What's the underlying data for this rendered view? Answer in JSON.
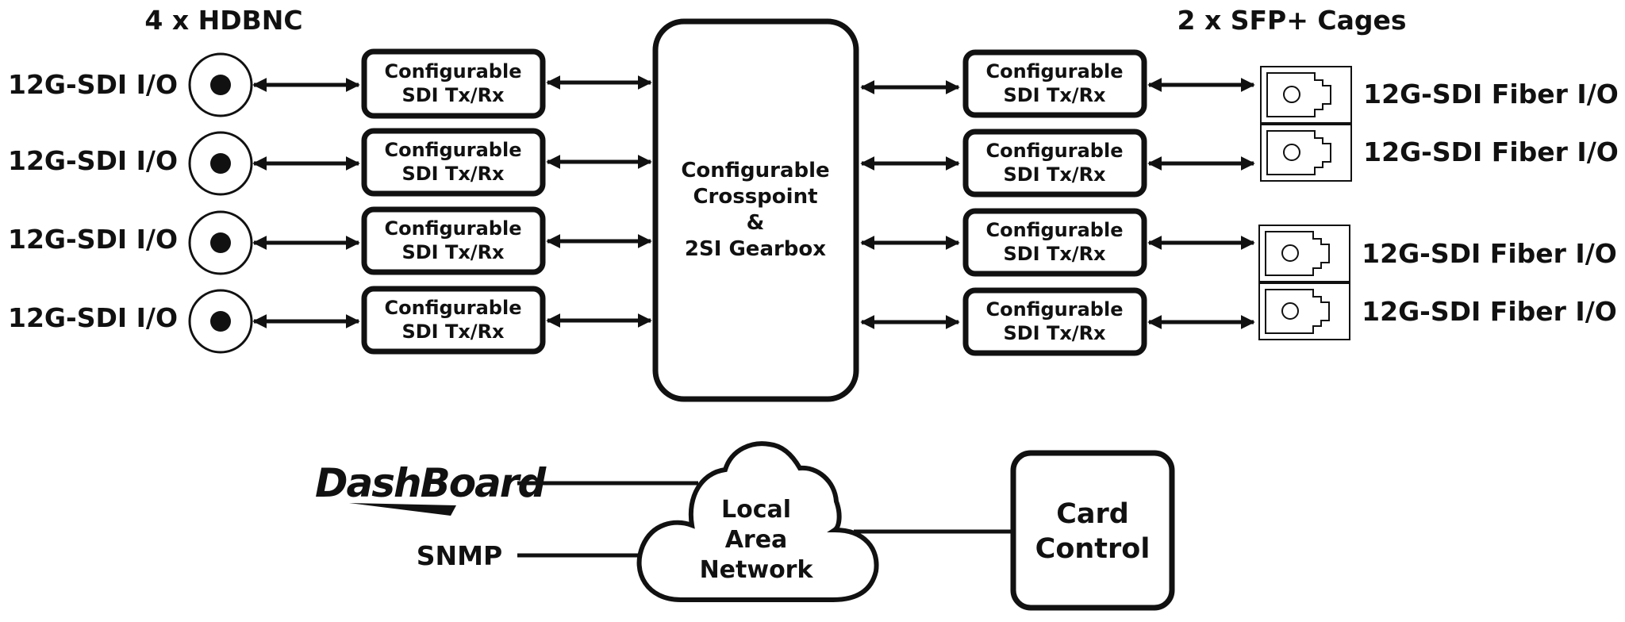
{
  "headers": {
    "left": "4 x HDBNC",
    "right": "2 x SFP+ Cages"
  },
  "left_io": [
    {
      "label": "12G-SDI I/O"
    },
    {
      "label": "12G-SDI I/O"
    },
    {
      "label": "12G-SDI I/O"
    },
    {
      "label": "12G-SDI I/O"
    }
  ],
  "left_blocks": [
    {
      "line1": "Configurable",
      "line2": "SDI Tx/Rx"
    },
    {
      "line1": "Configurable",
      "line2": "SDI Tx/Rx"
    },
    {
      "line1": "Configurable",
      "line2": "SDI Tx/Rx"
    },
    {
      "line1": "Configurable",
      "line2": "SDI Tx/Rx"
    }
  ],
  "crosspoint": {
    "line1": "Configurable",
    "line2": "Crosspoint",
    "line3": "&",
    "line4": "2SI Gearbox"
  },
  "right_blocks": [
    {
      "line1": "Configurable",
      "line2": "SDI Tx/Rx"
    },
    {
      "line1": "Configurable",
      "line2": "SDI Tx/Rx"
    },
    {
      "line1": "Configurable",
      "line2": "SDI Tx/Rx"
    },
    {
      "line1": "Configurable",
      "line2": "SDI Tx/Rx"
    }
  ],
  "right_io": [
    {
      "label": "12G-SDI Fiber I/O"
    },
    {
      "label": "12G-SDI Fiber I/O"
    },
    {
      "label": "12G-SDI Fiber I/O"
    },
    {
      "label": "12G-SDI Fiber I/O"
    }
  ],
  "network": {
    "dashboard_logo": "DashBoard",
    "snmp": "SNMP",
    "lan_line1": "Local",
    "lan_line2": "Area",
    "lan_line3": "Network",
    "card_line1": "Card",
    "card_line2": "Control"
  }
}
